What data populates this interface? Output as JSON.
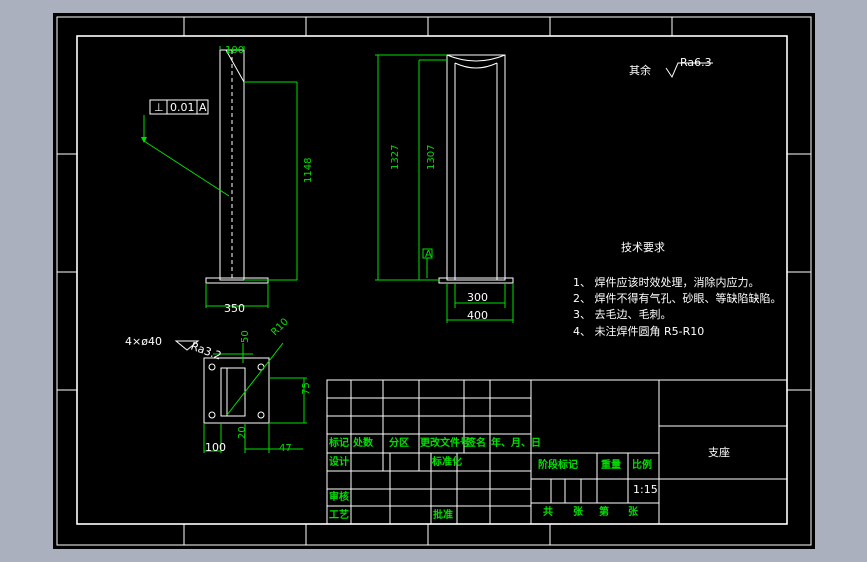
{
  "drawing": {
    "part_name": "支座",
    "scale": "1:15",
    "roughness_other": "其余",
    "roughness_value": "Ra6.3",
    "roughness_small": "Ra3.2"
  },
  "tech_req": {
    "title": "技术要求",
    "items": [
      "1、 焊件应该时效处理，消除内应力。",
      "2、 焊件不得有气孔、砂眼、等缺陷缺陷。",
      "3、 去毛边、毛刺。",
      "4、 未注焊件圆角 R5-R10"
    ]
  },
  "tolerance": {
    "symbol": "⊥",
    "value": "0.01",
    "datum": "A"
  },
  "datum_label": "A",
  "dimensions": {
    "top_width": "100",
    "height_main": "1148",
    "base_width": "350",
    "overall_height": "1327",
    "inner_height": "1307",
    "width_300": "300",
    "width_400": "400",
    "holes": "4×ø40",
    "d50": "50",
    "radius": "R10",
    "d75": "75",
    "d100": "100",
    "d20": "20",
    "d47": "47"
  },
  "title_block": {
    "biaoji": "标记",
    "chushu": "处数",
    "fenqu": "分区",
    "gengai": "更改文件号",
    "qianming": "签名",
    "date": "年、月、日",
    "sheji": "设计",
    "biaozhunhua": "标准化",
    "jieduan": "阶段标记",
    "zhongliang": "重量",
    "bili": "比例",
    "shenhe": "审核",
    "gongyi": "工艺",
    "pizhun": "批准",
    "gong": "共",
    "zhang1": "张",
    "di": "第",
    "zhang2": "张"
  }
}
